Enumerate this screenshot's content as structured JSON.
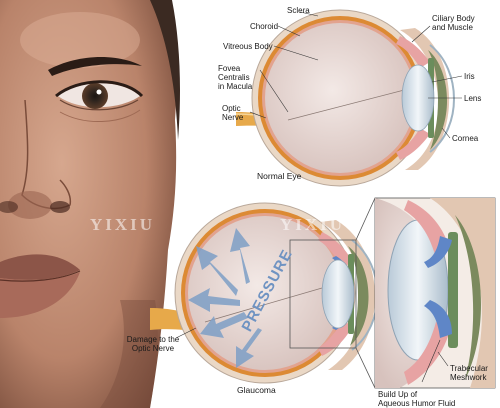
{
  "labels": {
    "sclera": "Sclera",
    "choroid": "Choroid",
    "vitreous_body": "Vitreous Body",
    "fovea_line1": "Fovea",
    "fovea_line2": "Centralis",
    "fovea_line3": "in Macula",
    "optic_line1": "Optic",
    "optic_line2": "Nerve",
    "ciliary_line1": "Ciliary Body",
    "ciliary_line2": "and Muscle",
    "iris": "Iris",
    "lens": "Lens",
    "cornea": "Cornea",
    "normal_eye": "Normal Eye",
    "damage_line1": "Damage to the",
    "damage_line2": "Optic Nerve",
    "glaucoma": "Glaucoma",
    "buildup_line1": "Build Up of",
    "buildup_line2": "Aqueous Humor Fluid",
    "trabecular_line1": "Trabecular",
    "trabecular_line2": "Meshwork",
    "pressure": "PRESSURE"
  },
  "watermark": {
    "text1": "YIXIU",
    "text2": "YIXIU"
  },
  "colors": {
    "skin": "#c9977d",
    "skin_shadow": "#8a5a45",
    "sclera_outer": "#e9d7c5",
    "choroid": "#d8862f",
    "vitreous": "#e8d9d3",
    "lens": "#d7e4ee",
    "iris": "#6f8a64",
    "ciliary": "#e2a2a2",
    "nerve": "#e7a94a",
    "damage": "#d53a18",
    "arrow": "#7e9fc6",
    "fluid": "#5f86c7"
  }
}
